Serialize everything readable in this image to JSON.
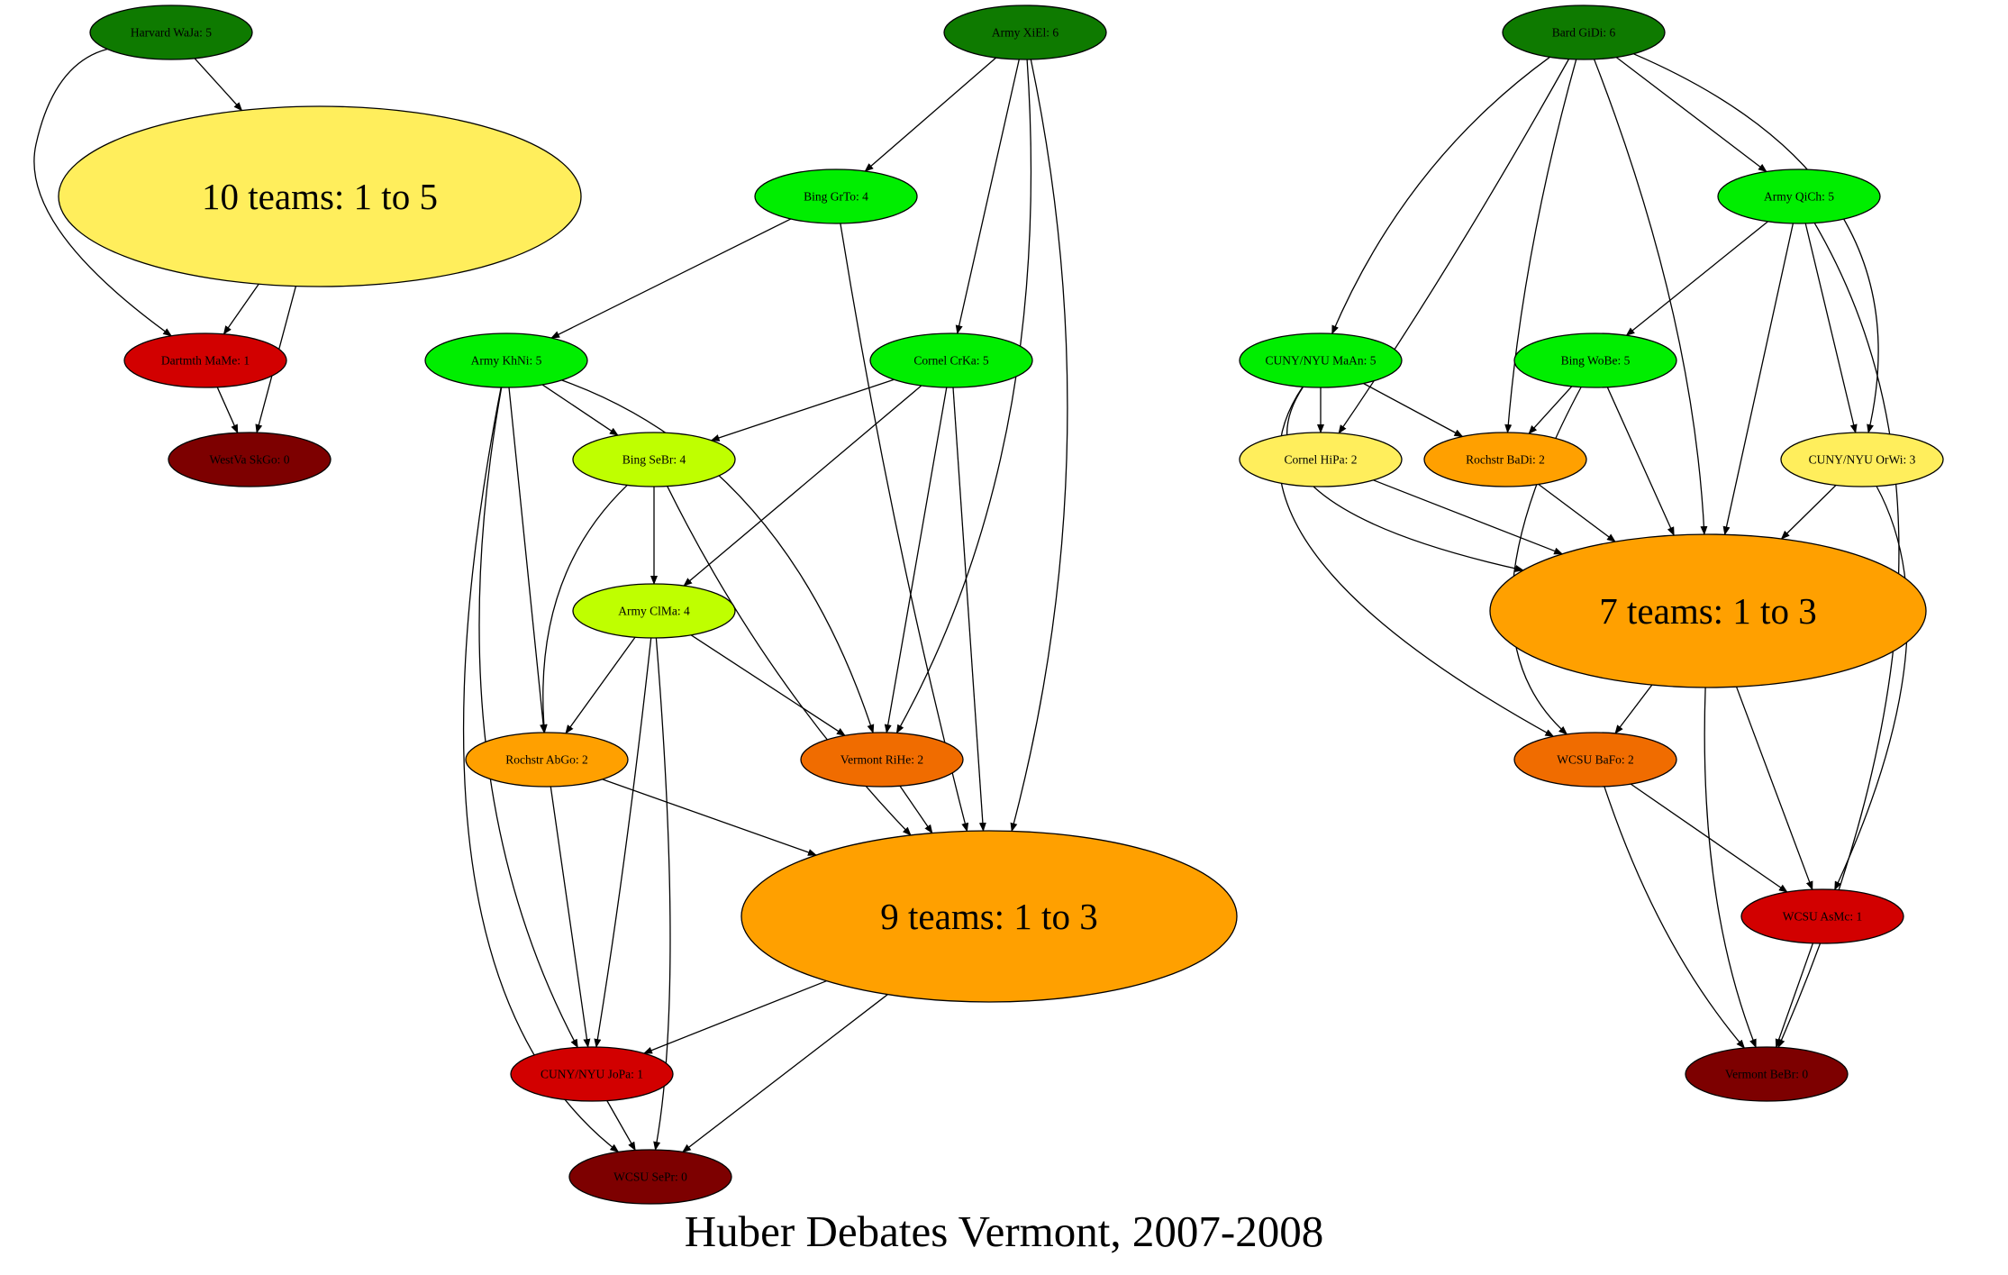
{
  "title": "Huber Debates Vermont, 2007-2008",
  "colors": {
    "score_6": "#0e7a00",
    "score_5": "#00ee00",
    "score_4": "#bfff00",
    "score_3": "#ffee5c",
    "score_2": "#ffa000",
    "score_2b": "#f06c00",
    "score_1": "#d20000",
    "score_0": "#7d0000",
    "edge": "#000000"
  },
  "nodes": [
    {
      "id": "harvard_waja",
      "label": "Harvard WaJa: 5",
      "color": "#0e7a00"
    },
    {
      "id": "group10",
      "label": "10 teams: 1 to 5",
      "color": "#ffee5c"
    },
    {
      "id": "dartmth_mame",
      "label": "Dartmth MaMe: 1",
      "color": "#d20000"
    },
    {
      "id": "westva_skgo",
      "label": "WestVa SkGo: 0",
      "color": "#7d0000"
    },
    {
      "id": "army_xiel",
      "label": "Army XiEl: 6",
      "color": "#0e7a00"
    },
    {
      "id": "bing_grto",
      "label": "Bing GrTo: 4",
      "color": "#00ee00"
    },
    {
      "id": "army_khni",
      "label": "Army KhNi: 5",
      "color": "#00ee00"
    },
    {
      "id": "cornel_crka",
      "label": "Cornel CrKa: 5",
      "color": "#00ee00"
    },
    {
      "id": "bing_sebr",
      "label": "Bing SeBr: 4",
      "color": "#bfff00"
    },
    {
      "id": "army_clma",
      "label": "Army ClMa: 4",
      "color": "#bfff00"
    },
    {
      "id": "rochstr_abgo",
      "label": "Rochstr AbGo: 2",
      "color": "#ffa000"
    },
    {
      "id": "vermont_rihe",
      "label": "Vermont RiHe: 2",
      "color": "#f06c00"
    },
    {
      "id": "group9",
      "label": "9 teams: 1 to 3",
      "color": "#ffa000"
    },
    {
      "id": "cuny_jopa",
      "label": "CUNY/NYU JoPa: 1",
      "color": "#d20000"
    },
    {
      "id": "wcsu_sepr",
      "label": "WCSU SePr: 0",
      "color": "#7d0000"
    },
    {
      "id": "bard_gidi",
      "label": "Bard GiDi: 6",
      "color": "#0e7a00"
    },
    {
      "id": "army_qich",
      "label": "Army QiCh: 5",
      "color": "#00ee00"
    },
    {
      "id": "cuny_maan",
      "label": "CUNY/NYU MaAn: 5",
      "color": "#00ee00"
    },
    {
      "id": "bing_wobe",
      "label": "Bing WoBe: 5",
      "color": "#00ee00"
    },
    {
      "id": "cornel_hipa",
      "label": "Cornel HiPa: 2",
      "color": "#ffee5c"
    },
    {
      "id": "rochstr_badi",
      "label": "Rochstr BaDi: 2",
      "color": "#ffa000"
    },
    {
      "id": "cuny_orwi",
      "label": "CUNY/NYU OrWi: 3",
      "color": "#ffee5c"
    },
    {
      "id": "group7",
      "label": "7 teams: 1 to 3",
      "color": "#ffa000"
    },
    {
      "id": "wcsu_bafo",
      "label": "WCSU BaFo: 2",
      "color": "#f06c00"
    },
    {
      "id": "wcsu_asmc",
      "label": "WCSU AsMc: 1",
      "color": "#d20000"
    },
    {
      "id": "vermont_bebr",
      "label": "Vermont BeBr: 0",
      "color": "#7d0000"
    }
  ],
  "edges": [
    [
      "harvard_waja",
      "group10"
    ],
    [
      "harvard_waja",
      "dartmth_mame"
    ],
    [
      "group10",
      "dartmth_mame"
    ],
    [
      "group10",
      "westva_skgo"
    ],
    [
      "dartmth_mame",
      "westva_skgo"
    ],
    [
      "army_xiel",
      "bing_grto"
    ],
    [
      "army_xiel",
      "cornel_crka"
    ],
    [
      "army_xiel",
      "vermont_rihe"
    ],
    [
      "army_xiel",
      "group9"
    ],
    [
      "bing_grto",
      "army_khni"
    ],
    [
      "bing_grto",
      "group9"
    ],
    [
      "army_khni",
      "bing_sebr"
    ],
    [
      "army_khni",
      "rochstr_abgo"
    ],
    [
      "army_khni",
      "vermont_rihe"
    ],
    [
      "army_khni",
      "cuny_jopa"
    ],
    [
      "army_khni",
      "wcsu_sepr"
    ],
    [
      "cornel_crka",
      "bing_sebr"
    ],
    [
      "cornel_crka",
      "army_clma"
    ],
    [
      "cornel_crka",
      "vermont_rihe"
    ],
    [
      "cornel_crka",
      "group9"
    ],
    [
      "bing_sebr",
      "army_clma"
    ],
    [
      "bing_sebr",
      "rochstr_abgo"
    ],
    [
      "bing_sebr",
      "group9"
    ],
    [
      "army_clma",
      "rochstr_abgo"
    ],
    [
      "army_clma",
      "vermont_rihe"
    ],
    [
      "army_clma",
      "cuny_jopa"
    ],
    [
      "army_clma",
      "wcsu_sepr"
    ],
    [
      "rochstr_abgo",
      "group9"
    ],
    [
      "rochstr_abgo",
      "cuny_jopa"
    ],
    [
      "vermont_rihe",
      "group9"
    ],
    [
      "group9",
      "cuny_jopa"
    ],
    [
      "group9",
      "wcsu_sepr"
    ],
    [
      "cuny_jopa",
      "wcsu_sepr"
    ],
    [
      "bard_gidi",
      "army_qich"
    ],
    [
      "bard_gidi",
      "cuny_maan"
    ],
    [
      "bard_gidi",
      "cornel_hipa"
    ],
    [
      "bard_gidi",
      "rochstr_badi"
    ],
    [
      "bard_gidi",
      "cuny_orwi"
    ],
    [
      "bard_gidi",
      "group7"
    ],
    [
      "army_qich",
      "bing_wobe"
    ],
    [
      "army_qich",
      "cuny_orwi"
    ],
    [
      "army_qich",
      "group7"
    ],
    [
      "army_qich",
      "vermont_bebr"
    ],
    [
      "cuny_maan",
      "cornel_hipa"
    ],
    [
      "cuny_maan",
      "rochstr_badi"
    ],
    [
      "cuny_maan",
      "group7"
    ],
    [
      "cuny_maan",
      "wcsu_bafo"
    ],
    [
      "bing_wobe",
      "rochstr_badi"
    ],
    [
      "bing_wobe",
      "group7"
    ],
    [
      "bing_wobe",
      "wcsu_bafo"
    ],
    [
      "cornel_hipa",
      "group7"
    ],
    [
      "rochstr_badi",
      "group7"
    ],
    [
      "cuny_orwi",
      "group7"
    ],
    [
      "cuny_orwi",
      "wcsu_asmc"
    ],
    [
      "group7",
      "wcsu_bafo"
    ],
    [
      "group7",
      "wcsu_asmc"
    ],
    [
      "group7",
      "vermont_bebr"
    ],
    [
      "wcsu_bafo",
      "wcsu_asmc"
    ],
    [
      "wcsu_bafo",
      "vermont_bebr"
    ],
    [
      "wcsu_asmc",
      "vermont_bebr"
    ]
  ]
}
